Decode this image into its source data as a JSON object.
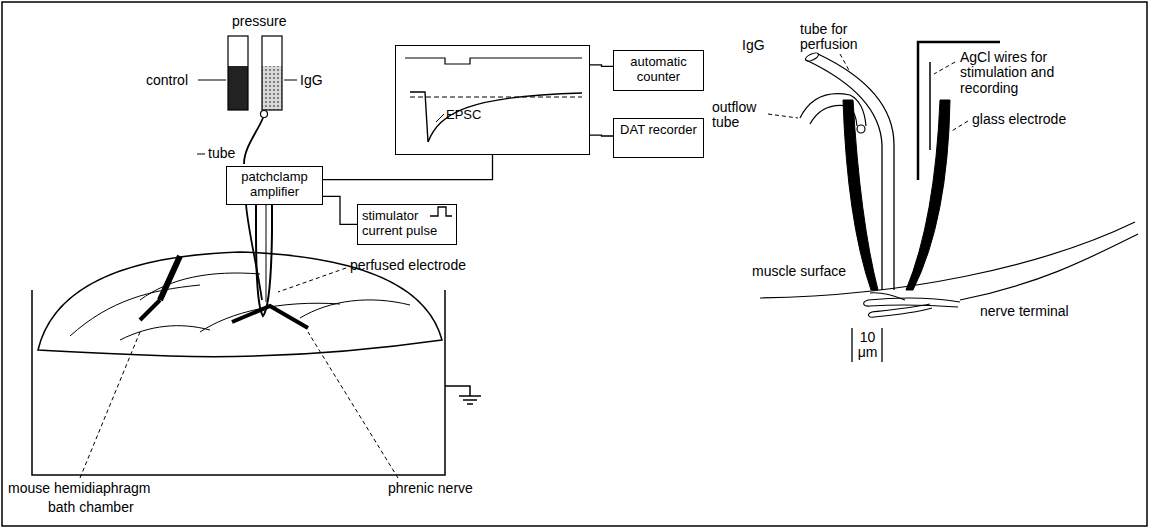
{
  "diagram": {
    "nodes": [
      {
        "text": [
          "EPSC"
        ]
      },
      {
        "text": [
          "automatic counter"
        ]
      },
      {
        "text": [
          "DAT recorder"
        ]
      },
      {
        "text": [
          "patchclamp amplifier"
        ]
      },
      {
        "text": [
          "stimulator current pulse"
        ]
      }
    ],
    "edges": [
      {
        "from": 0,
        "to": 1,
        "arrow": "none"
      },
      {
        "from": 0,
        "to": 2,
        "arrow": "none"
      },
      {
        "from": 3,
        "to": 0,
        "arrow": "none"
      },
      {
        "from": 3,
        "to": 4,
        "arrow": "none"
      }
    ],
    "labels": [
      "pressure",
      "control",
      "IgG",
      "tube",
      "perfused electrode",
      "mouse hemidiaphragm",
      "bath chamber",
      "phrenic nerve",
      "IgG",
      "tube for perfusion",
      "AgCl wires for stimulation and recording",
      "outflow tube",
      "glass electrode",
      "muscle surface",
      "nerve terminal",
      "10 μm"
    ]
  }
}
